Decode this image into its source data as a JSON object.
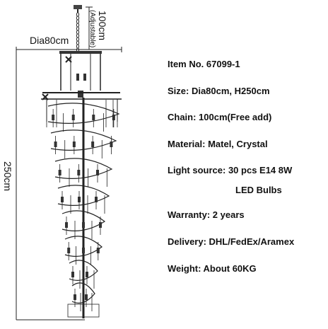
{
  "drawing": {
    "dia_label": "Dia80cm",
    "chain_label": "100cm",
    "chain_sublabel": "(Adjustable)",
    "height_label": "250cm"
  },
  "specs": [
    {
      "text": "Item No. 67099-1"
    },
    {
      "text": "Size: Dia80cm, H250cm"
    },
    {
      "text": "Chain: 100cm(Free add)"
    },
    {
      "text": "Material: Matel, Crystal"
    },
    {
      "text": "Light source: 30 pcs E14 8W"
    },
    {
      "text": "LED Bulbs"
    },
    {
      "text": "Warranty: 2 years"
    },
    {
      "text": "Delivery: DHL/FedEx/Aramex"
    },
    {
      "text": "Weight: About 60KG"
    }
  ],
  "colors": {
    "line": "#222222",
    "crystal": "#333333"
  }
}
